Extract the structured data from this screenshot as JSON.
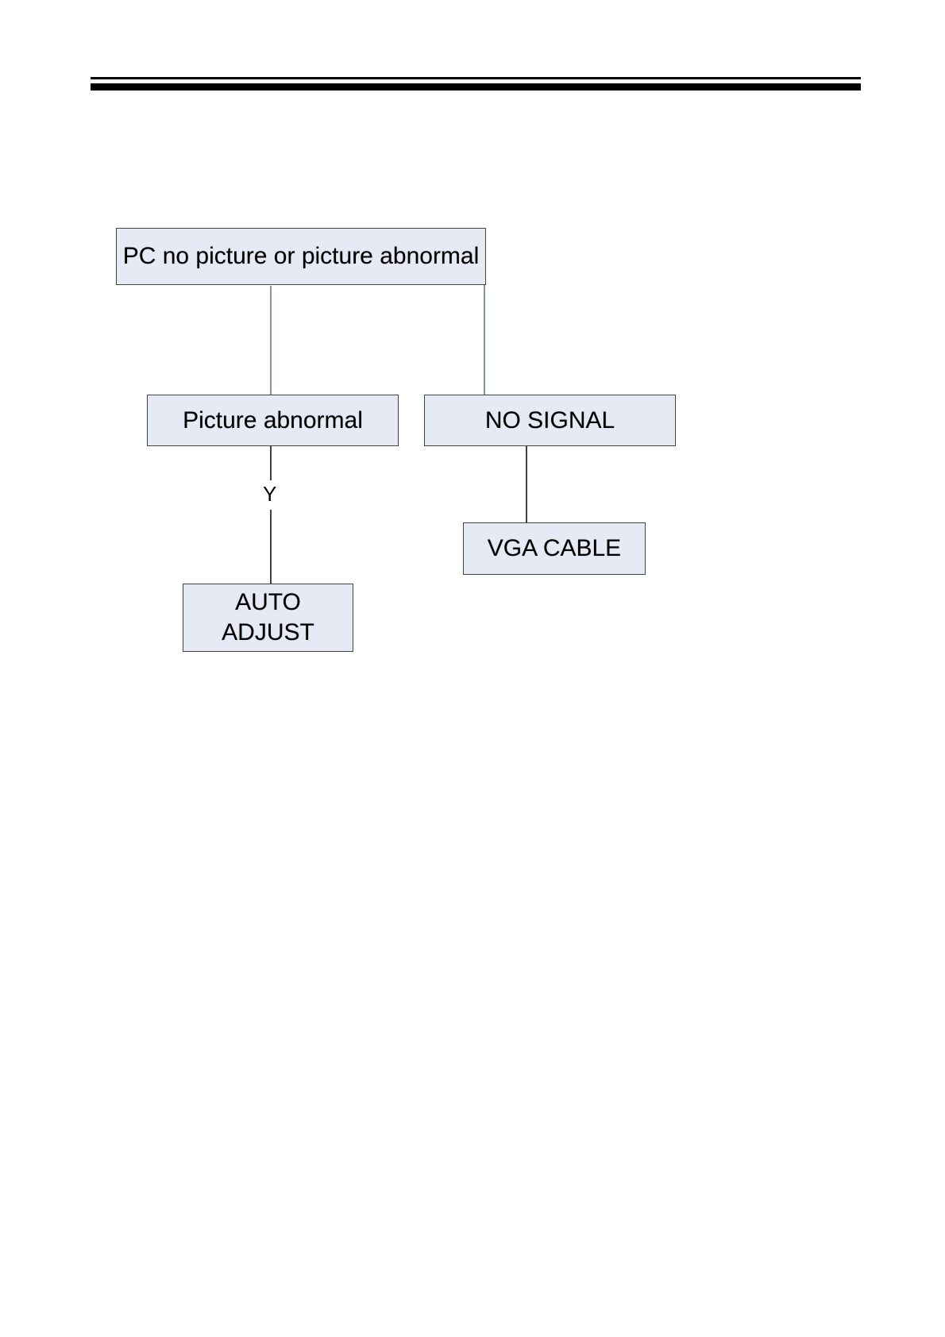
{
  "document": {
    "nodes": {
      "root": "PC no picture or picture abnormal",
      "picture_abnormal": "Picture abnormal",
      "no_signal": "NO SIGNAL",
      "vga_cable": "VGA CABLE",
      "auto_adjust": "AUTO ADJUST"
    },
    "edge_labels": {
      "yes": "Y"
    },
    "colors": {
      "node_fill": "#e6eaf5",
      "node_border": "#444444",
      "connector_dark": "#000000",
      "connector_blue": "#5b6f9e"
    }
  }
}
